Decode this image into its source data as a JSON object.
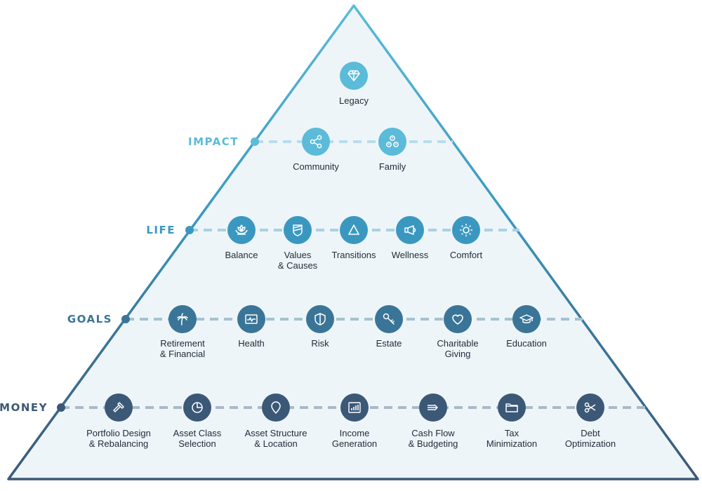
{
  "colors": {
    "impact": "#5bbbd9",
    "life": "#3a98c0",
    "goals": "#3a7597",
    "money": "#3b5877",
    "fill": "#eef5f8",
    "text": "#1f2b38"
  },
  "tiers": [
    {
      "key": "legacy",
      "label": "",
      "nodes": [
        {
          "label": "Legacy",
          "icon": "diamond-icon"
        }
      ]
    },
    {
      "key": "impact",
      "label": "IMPACT",
      "nodes": [
        {
          "label": "Community",
          "icon": "share-network-icon"
        },
        {
          "label": "Family",
          "icon": "people-group-icon"
        }
      ]
    },
    {
      "key": "life",
      "label": "LIFE",
      "nodes": [
        {
          "label": "Balance",
          "icon": "lotus-icon"
        },
        {
          "label": "Values\n& Causes",
          "icon": "badge-icon"
        },
        {
          "label": "Transitions",
          "icon": "triangle-icon"
        },
        {
          "label": "Wellness",
          "icon": "megaphone-icon"
        },
        {
          "label": "Comfort",
          "icon": "sun-icon"
        }
      ]
    },
    {
      "key": "goals",
      "label": "GOALS",
      "nodes": [
        {
          "label": "Retirement\n& Financial",
          "icon": "palm-tree-icon"
        },
        {
          "label": "Health",
          "icon": "heartbeat-monitor-icon"
        },
        {
          "label": "Risk",
          "icon": "shield-icon"
        },
        {
          "label": "Estate",
          "icon": "key-icon"
        },
        {
          "label": "Charitable\nGiving",
          "icon": "heart-icon"
        },
        {
          "label": "Education",
          "icon": "graduation-cap-icon"
        }
      ]
    },
    {
      "key": "money",
      "label": "MONEY",
      "nodes": [
        {
          "label": "Portfolio Design\n& Rebalancing",
          "icon": "hammer-icon"
        },
        {
          "label": "Asset Class\nSelection",
          "icon": "pie-chart-icon"
        },
        {
          "label": "Asset Structure\n& Location",
          "icon": "map-pin-icon"
        },
        {
          "label": "Income\nGeneration",
          "icon": "bar-chart-icon"
        },
        {
          "label": "Cash Flow\n& Budgeting",
          "icon": "flow-arrows-icon"
        },
        {
          "label": "Tax\nMinimization",
          "icon": "folder-icon"
        },
        {
          "label": "Debt\nOptimization",
          "icon": "scissors-icon"
        }
      ]
    }
  ]
}
